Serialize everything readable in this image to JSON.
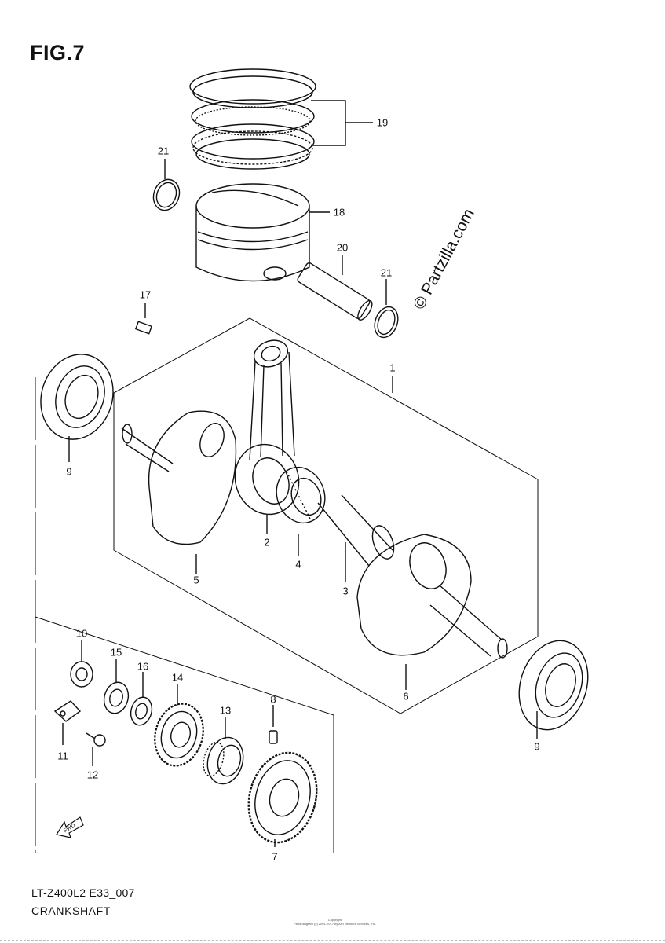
{
  "figure": {
    "title": "FIG.7",
    "model_code": "LT-Z400L2 E33_007",
    "section_name": "CRANKSHAFT",
    "copyright_line1": "Copyright",
    "copyright_line2": "Parts diagram (c) 2001-2017 by ARI Network Services, Inc.",
    "watermark": "© Partzilla.com"
  },
  "callouts": [
    {
      "id": "label-19",
      "text": "19"
    },
    {
      "id": "label-21a",
      "text": "21"
    },
    {
      "id": "label-18",
      "text": "18"
    },
    {
      "id": "label-20",
      "text": "20"
    },
    {
      "id": "label-21b",
      "text": "21"
    },
    {
      "id": "label-17",
      "text": "17"
    },
    {
      "id": "label-1",
      "text": "1"
    },
    {
      "id": "label-9a",
      "text": "9"
    },
    {
      "id": "label-2",
      "text": "2"
    },
    {
      "id": "label-4",
      "text": "4"
    },
    {
      "id": "label-5",
      "text": "5"
    },
    {
      "id": "label-3",
      "text": "3"
    },
    {
      "id": "label-6",
      "text": "6"
    },
    {
      "id": "label-9b",
      "text": "9"
    },
    {
      "id": "label-10",
      "text": "10"
    },
    {
      "id": "label-15",
      "text": "15"
    },
    {
      "id": "label-16",
      "text": "16"
    },
    {
      "id": "label-14",
      "text": "14"
    },
    {
      "id": "label-8",
      "text": "8"
    },
    {
      "id": "label-13",
      "text": "13"
    },
    {
      "id": "label-11",
      "text": "11"
    },
    {
      "id": "label-12",
      "text": "12"
    },
    {
      "id": "label-7",
      "text": "7"
    }
  ],
  "fwd_badge": "FWD",
  "icons": [
    "fwd-arrow-icon"
  ]
}
